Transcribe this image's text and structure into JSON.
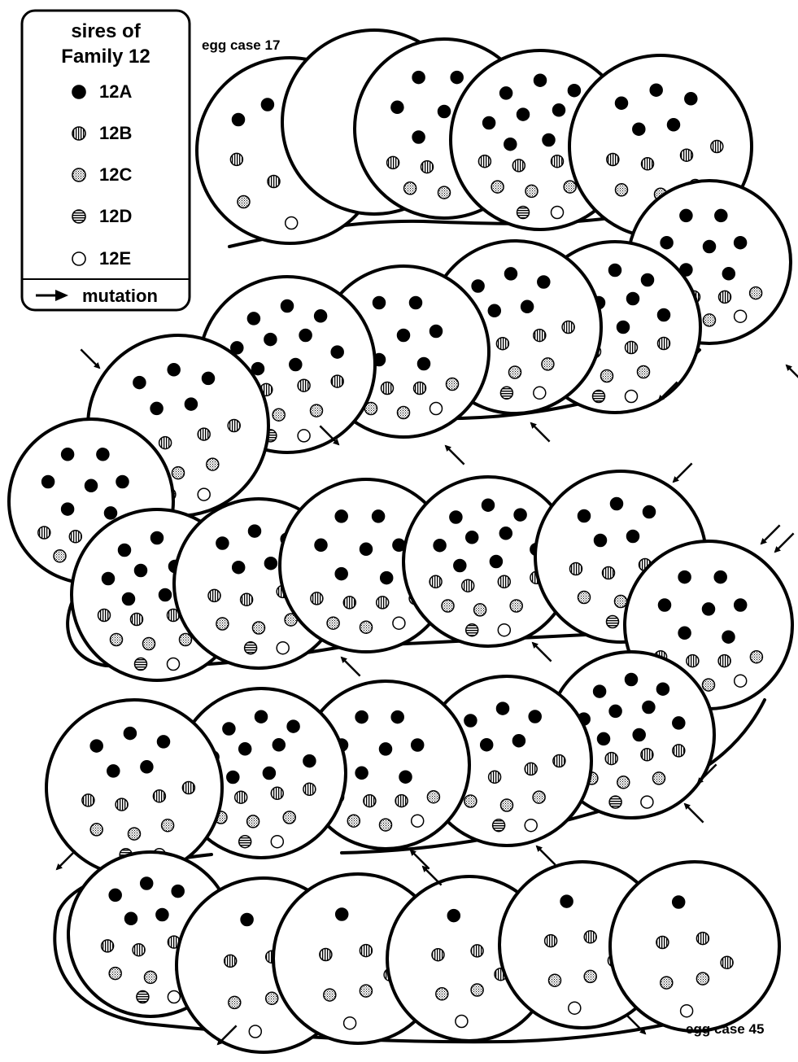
{
  "labels": {
    "start_case": "egg case 17",
    "end_case": "egg case 45"
  },
  "legend": {
    "title_line1": "sires of",
    "title_line2": "Family 12",
    "entries": [
      {
        "id": "12A",
        "label": "12A",
        "pattern": "solid-black"
      },
      {
        "id": "12B",
        "label": "12B",
        "pattern": "vertical-stripes"
      },
      {
        "id": "12C",
        "label": "12C",
        "pattern": "stippled"
      },
      {
        "id": "12D",
        "label": "12D",
        "pattern": "horizontal-stripes"
      },
      {
        "id": "12E",
        "label": "12E",
        "pattern": "open-white"
      }
    ],
    "mutation_label": "mutation",
    "mutation_icon": "arrow-right-icon"
  },
  "colors": {
    "stroke": "#000000",
    "background": "#ffffff"
  }
}
